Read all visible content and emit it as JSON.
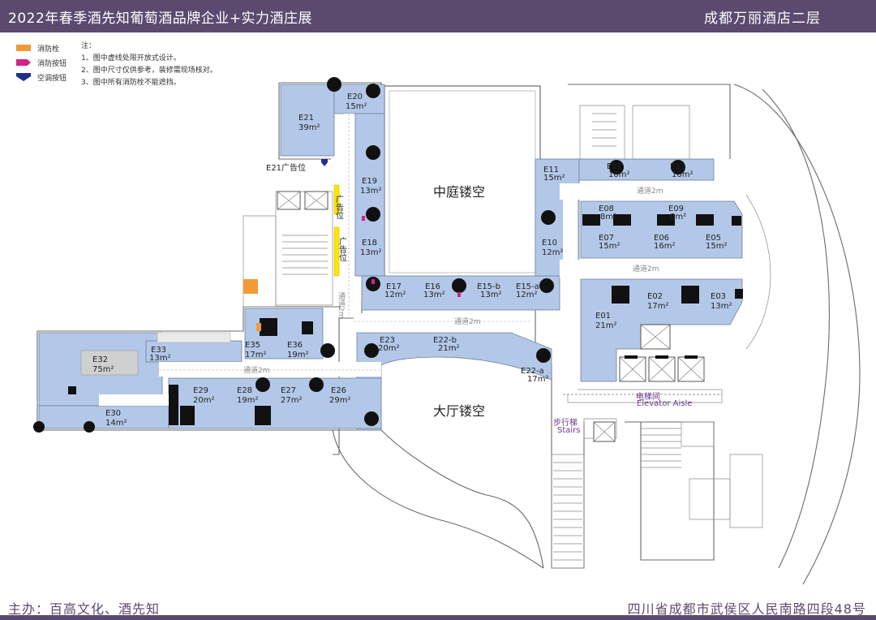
{
  "header": {
    "title": "2022年春季酒先知葡萄酒品牌企业+实力酒庄展",
    "venue": "成都万丽酒店二层"
  },
  "footer": {
    "organizer": "主办：百高文化、酒先知",
    "address": "四川省成都市武侯区人民南路四段48号"
  },
  "legend": [
    {
      "label": "消防栓",
      "color": "#f29a38"
    },
    {
      "label": "消防按钮",
      "color": "#d6208a"
    },
    {
      "label": "空调按钮",
      "color": "#1f2f8a"
    }
  ],
  "notes": {
    "title": "注：",
    "items": [
      "1、图中虚线处限开放式设计。",
      "2、图中尺寸仅供参考，装修需现场核对。",
      "3、图中所有消防栓不能遮挡。"
    ]
  },
  "booths": [
    {
      "id": "E21",
      "area": "39m²"
    },
    {
      "id": "E20",
      "area": "15m²"
    },
    {
      "id": "E19",
      "area": "13m²"
    },
    {
      "id": "E18",
      "area": "13m²"
    },
    {
      "id": "E17",
      "area": "12m²"
    },
    {
      "id": "E16",
      "area": "13m²"
    },
    {
      "id": "E15-b",
      "area": "13m²"
    },
    {
      "id": "E15-a",
      "area": "12m²"
    },
    {
      "id": "E11",
      "area": "15m²"
    },
    {
      "id": "E12",
      "area": "10m²"
    },
    {
      "id": "E13",
      "area": "10m²"
    },
    {
      "id": "E10",
      "area": "12m²"
    },
    {
      "id": "E08",
      "area": "8m²"
    },
    {
      "id": "E09",
      "area": "8m²"
    },
    {
      "id": "E07",
      "area": "15m²"
    },
    {
      "id": "E06",
      "area": "16m²"
    },
    {
      "id": "E05",
      "area": "15m²"
    },
    {
      "id": "E02",
      "area": "17m²"
    },
    {
      "id": "E03",
      "area": "13m²"
    },
    {
      "id": "E01",
      "area": "21m²"
    },
    {
      "id": "E35",
      "area": "17m²"
    },
    {
      "id": "E36",
      "area": "19m²"
    },
    {
      "id": "E23",
      "area": "20m²"
    },
    {
      "id": "E22-b",
      "area": "21m²"
    },
    {
      "id": "E22-a",
      "area": "17m²"
    },
    {
      "id": "E32",
      "area": "75m²"
    },
    {
      "id": "E33",
      "area": "13m²"
    },
    {
      "id": "E30",
      "area": "14m²"
    },
    {
      "id": "E29",
      "area": "20m²"
    },
    {
      "id": "E28",
      "area": "19m²"
    },
    {
      "id": "E27",
      "area": "27m²"
    },
    {
      "id": "E26",
      "area": "29m²"
    }
  ],
  "labels": {
    "atrium": "中庭镂空",
    "lobby": "大厅镂空",
    "ad_position": "E21广告位",
    "ad_vertical_1": "广告位",
    "ad_vertical_2": "广告位",
    "passage": "通道2m",
    "elevator": "电梯间",
    "elevator_en": "Elevator Aisle",
    "stairs": "步行梯",
    "stairs_en": "Stairs"
  }
}
